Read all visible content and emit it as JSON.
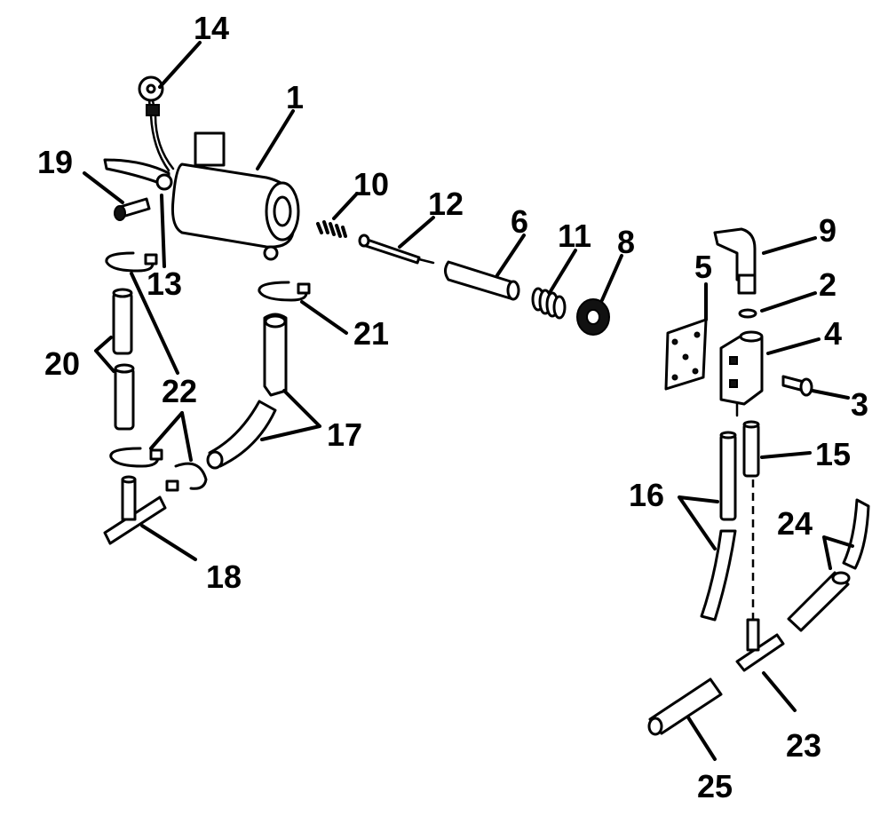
{
  "labels": [
    "1",
    "2",
    "3",
    "4",
    "5",
    "6",
    "8",
    "9",
    "10",
    "11",
    "12",
    "13",
    "14",
    "15",
    "16",
    "17",
    "18",
    "19",
    "20",
    "21",
    "22",
    "23",
    "24",
    "25"
  ]
}
